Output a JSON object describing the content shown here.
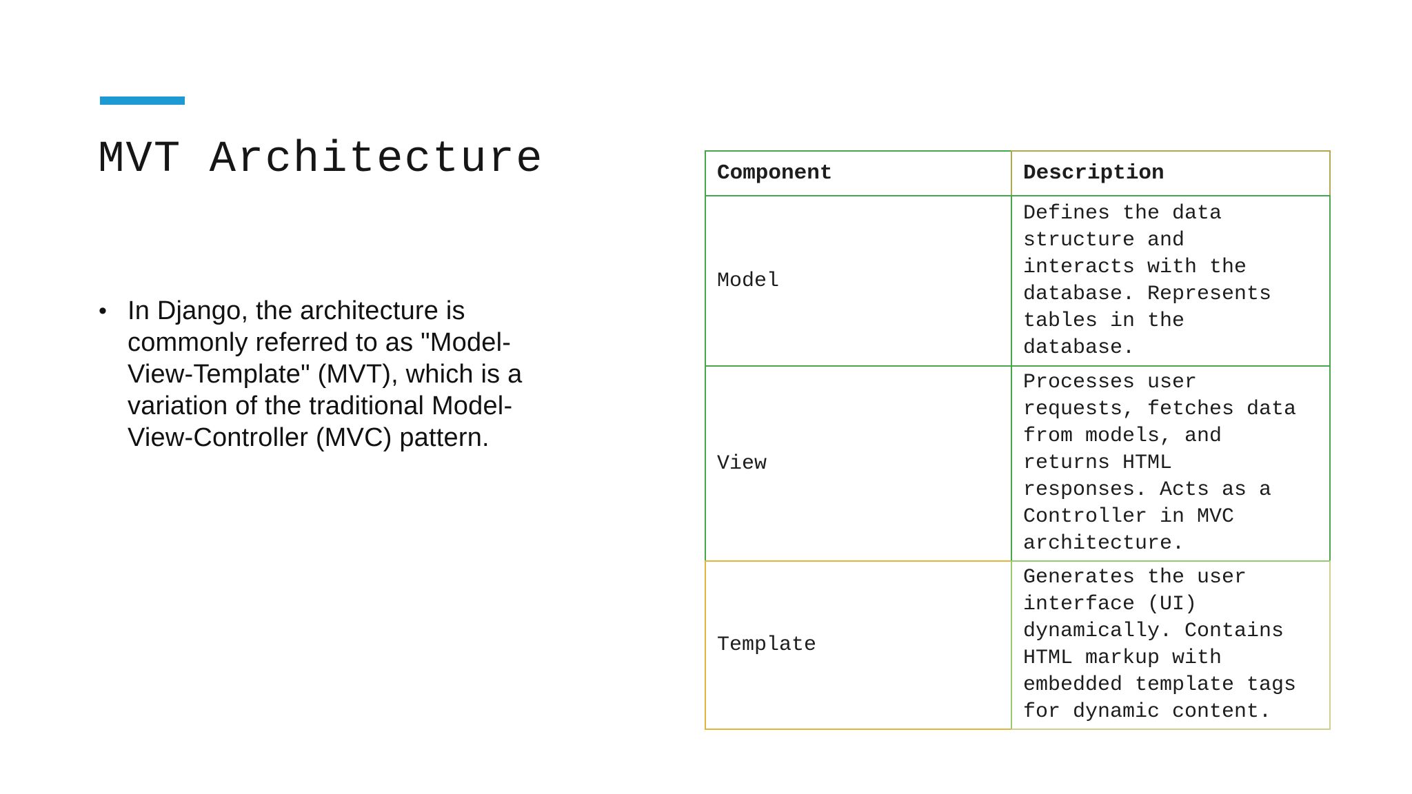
{
  "slide": {
    "accent_color": "#1d9ad3",
    "title": "MVT Architecture",
    "bullet": {
      "marker": "•",
      "text": "In Django, the architecture is\ncommonly referred to as \"Model-\nView-Template\" (MVT), which is a\nvariation of the traditional Model-\nView-Controller (MVC) pattern."
    },
    "table": {
      "headers": [
        "Component",
        "Description"
      ],
      "rows": [
        {
          "component": "Model",
          "description": "Defines the data\nstructure and\ninteracts with the\ndatabase. Represents\ntables in the\ndatabase."
        },
        {
          "component": "View",
          "description": "Processes user\nrequests, fetches data\nfrom models, and\nreturns HTML\nresponses. Acts as a\nController in MVC\narchitecture."
        },
        {
          "component": "Template",
          "description": "Generates the user\ninterface (UI)\ndynamically. Contains\nHTML markup with\nembedded template tags\nfor dynamic content."
        }
      ],
      "border_colors": {
        "green": "#45a64b",
        "light_green": "#94ca70",
        "gold": "#e3b33c",
        "olive": "#b3a84f",
        "pale_olive": "#cdd08e"
      }
    }
  }
}
